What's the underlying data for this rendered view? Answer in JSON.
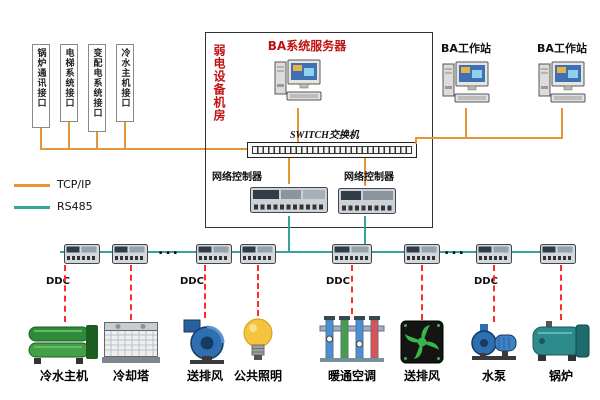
{
  "colors": {
    "tcpip_line": "#E49537",
    "rs485_line": "#36A39B",
    "device_link_line": "#FF2B2B",
    "highlight_text": "#C11212"
  },
  "legend": {
    "items": [
      {
        "label": "TCP/IP"
      },
      {
        "label": "RS485"
      }
    ]
  },
  "interfaces": {
    "items": [
      {
        "label": "锅炉通讯接口"
      },
      {
        "label": "电梯系统接口"
      },
      {
        "label": "变配电系统接口"
      },
      {
        "label": "冷水主机接口"
      }
    ]
  },
  "equipment_room": {
    "label": "弱电设备机房",
    "server_label": "BA系统服务器",
    "switch_label": "SWITCH交换机",
    "network_controller_left": "网络控制器",
    "network_controller_right": "网络控制器"
  },
  "workstations": {
    "items": [
      {
        "label": "BA工作站"
      },
      {
        "label": "BA工作站"
      }
    ]
  },
  "field_bus": {
    "ddc_label": "DDC",
    "ellipsis": "..."
  },
  "equipment": {
    "items": [
      {
        "label": "冷水主机"
      },
      {
        "label": "冷却塔"
      },
      {
        "label": "送排风"
      },
      {
        "label": "公共照明"
      },
      {
        "label": "暖通空调"
      },
      {
        "label": "送排风"
      },
      {
        "label": "水泵"
      },
      {
        "label": "锅炉"
      }
    ]
  }
}
